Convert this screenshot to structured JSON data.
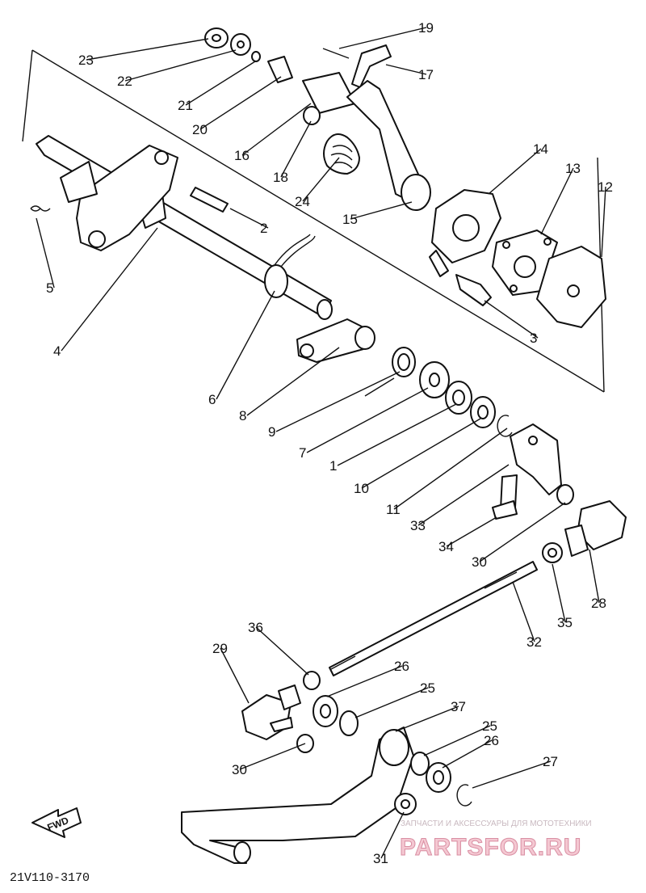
{
  "diagram": {
    "drawing_code": "21V110-3170",
    "fwd_label": "FWD",
    "callouts": [
      "1",
      "2",
      "3",
      "4",
      "5",
      "6",
      "7",
      "8",
      "9",
      "10",
      "11",
      "12",
      "13",
      "14",
      "15",
      "16",
      "17",
      "18",
      "19",
      "20",
      "21",
      "22",
      "23",
      "24",
      "25",
      "25",
      "26",
      "26",
      "27",
      "28",
      "29",
      "30",
      "30",
      "31",
      "32",
      "33",
      "34",
      "35",
      "36",
      "37"
    ]
  },
  "watermark": {
    "tagline": "ЗАПЧАСТИ И АКСЕССУАРЫ ДЛЯ МОТОТЕХНИКИ",
    "brand": "PARTSFOR.RU"
  }
}
